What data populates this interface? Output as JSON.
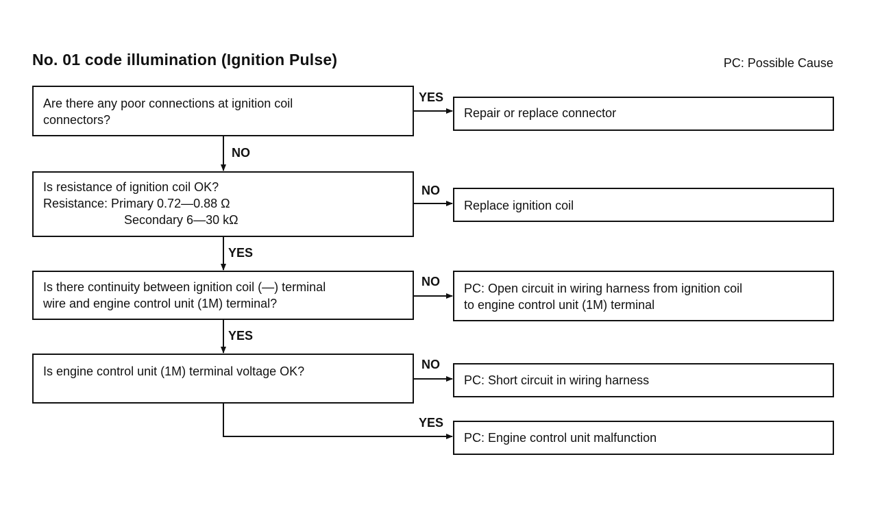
{
  "title": "No. 01 code illumination (Ignition Pulse)",
  "note": "PC: Possible Cause",
  "questions": [
    {
      "lines": [
        "Are there any poor connections at ignition coil",
        "connectors?"
      ]
    },
    {
      "lines": [
        "Is resistance of ignition coil OK?",
        "Resistance: Primary 0.72—0.88 Ω",
        "Secondary 6—30 kΩ"
      ]
    },
    {
      "lines": [
        "Is there continuity between ignition coil (—) terminal",
        "wire and engine control unit (1M) terminal?"
      ]
    },
    {
      "lines": [
        "Is engine control unit (1M) terminal voltage OK?"
      ]
    }
  ],
  "results": [
    {
      "lines": [
        "Repair or replace connector"
      ]
    },
    {
      "lines": [
        "Replace ignition coil"
      ]
    },
    {
      "lines": [
        "PC: Open circuit in wiring harness from ignition coil",
        "to engine control unit (1M) terminal"
      ]
    },
    {
      "lines": [
        "PC: Short circuit in wiring harness"
      ]
    },
    {
      "lines": [
        "PC: Engine control unit malfunction"
      ]
    }
  ],
  "branch_labels": {
    "q1_right": "YES",
    "q1_down": "NO",
    "q2_right": "NO",
    "q2_down": "YES",
    "q3_right": "NO",
    "q3_down": "YES",
    "q4_right": "NO",
    "q4_down": "YES"
  },
  "colors": {
    "line": "#111111",
    "background": "#ffffff"
  }
}
